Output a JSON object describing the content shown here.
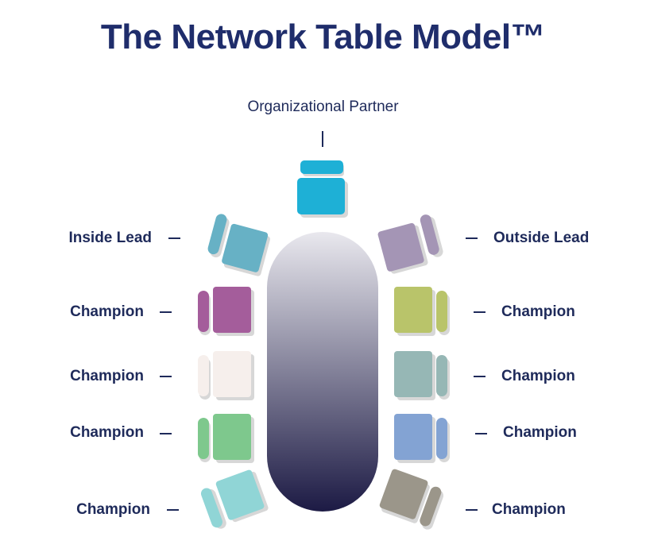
{
  "title": "The Network Table Model™",
  "top_seat": {
    "label": "Organizational Partner",
    "color": "#1eb0d6"
  },
  "left_seats": [
    {
      "label": "Inside Lead",
      "color": "#67b1c5"
    },
    {
      "label": "Champion",
      "color": "#a45d9b"
    },
    {
      "label": "Champion",
      "color": "#f6efec"
    },
    {
      "label": "Champion",
      "color": "#7ec88d"
    },
    {
      "label": "Champion",
      "color": "#90d5d6"
    }
  ],
  "right_seats": [
    {
      "label": "Outside Lead",
      "color": "#a495b5"
    },
    {
      "label": "Champion",
      "color": "#b9c46a"
    },
    {
      "label": "Champion",
      "color": "#96b7b5"
    },
    {
      "label": "Champion",
      "color": "#83a3d3"
    },
    {
      "label": "Champion",
      "color": "#9b968a"
    }
  ],
  "table": {
    "gradient_top": "#e9e8ee",
    "gradient_bottom": "#1c1a44"
  }
}
